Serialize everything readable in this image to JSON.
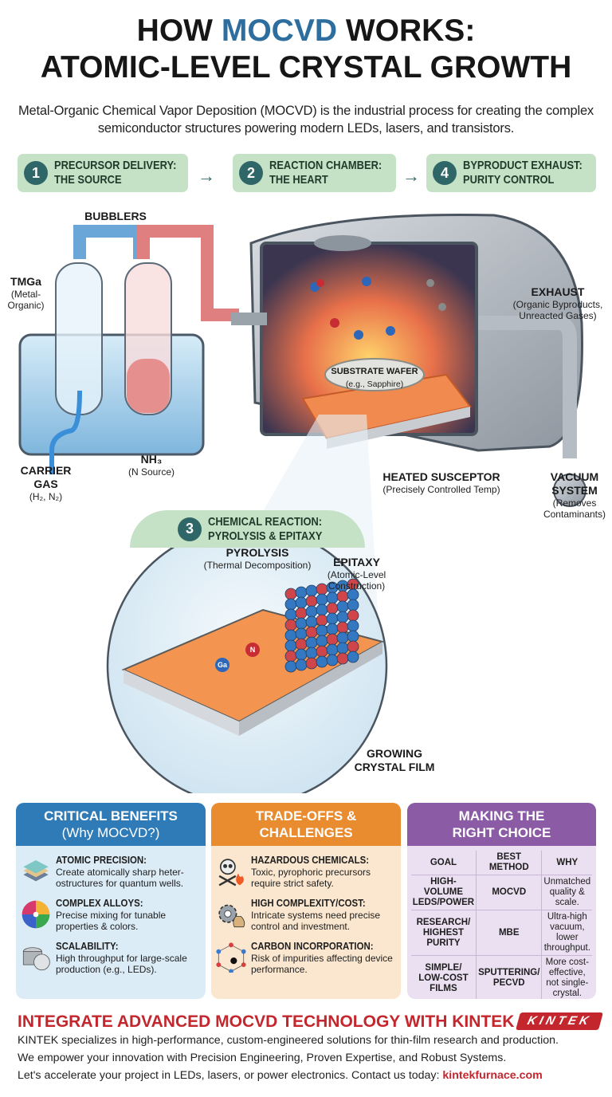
{
  "title": {
    "line1_a": "HOW ",
    "line1_accent": "MOCVD",
    "line1_b": " WORKS:",
    "line2": "ATOMIC-LEVEL CRYSTAL GROWTH",
    "subtitle": "Metal-Organic Chemical Vapor Deposition (MOCVD) is the industrial process for creating the complex semiconductor structures powering modern LEDs, lasers, and transistors."
  },
  "steps": [
    {
      "num": "1",
      "line1": "PRECURSOR DELIVERY:",
      "line2": "THE SOURCE"
    },
    {
      "num": "2",
      "line1": "REACTION CHAMBER:",
      "line2": "THE HEART"
    },
    {
      "num": "4",
      "line1": "BYPRODUCT EXHAUST:",
      "line2": "PURITY CONTROL"
    }
  ],
  "arrow_glyph": "→",
  "diagram": {
    "bubblers": "BUBBLERS",
    "tmga": {
      "name": "TMGa",
      "desc": "(Metal-Organic)"
    },
    "carrier": {
      "name": "CARRIER GAS",
      "desc": "(H₂, N₂)"
    },
    "nh3": {
      "name": "NH₃",
      "desc": "(N Source)"
    },
    "wafer": {
      "name": "SUBSTRATE WAFER",
      "desc": "(e.g., Sapphire)"
    },
    "susceptor": {
      "name": "HEATED SUSCEPTOR",
      "desc": "(Precisely Controlled Temp)"
    },
    "exhaust": {
      "name": "EXHAUST",
      "desc": "(Organic Byproducts, Unreacted Gases)"
    },
    "vacuum": {
      "name": "VACUUM SYSTEM",
      "desc": "(Removes Contaminants)"
    },
    "step3": {
      "num": "3",
      "line1": "CHEMICAL REACTION:",
      "line2": "PYROLYSIS & EPITAXY"
    },
    "pyrolysis": {
      "name": "PYROLYSIS",
      "desc": "(Thermal Decomposition)"
    },
    "epitaxy": {
      "name": "EPITAXY",
      "desc": "(Atomic-Level Construction)"
    },
    "atom_ga": "Ga",
    "atom_n": "N",
    "film": "GROWING CRYSTAL FILM"
  },
  "panels": {
    "benefits": {
      "title": "CRITICAL BENEFITS",
      "subtitle": "(Why MOCVD?)",
      "color": "#2f7bb7",
      "bg": "#dcecf7",
      "items": [
        {
          "icon": "layers-icon",
          "title": "ATOMIC PRECISION:",
          "text": "Create atomically sharp heter-ostructures for quantum wells."
        },
        {
          "icon": "color-wheel-icon",
          "title": "COMPLEX ALLOYS:",
          "text": "Precise mixing for tunable properties & colors."
        },
        {
          "icon": "wafer-stack-icon",
          "title": "SCALABILITY:",
          "text": "High throughput for large-scale production (e.g., LEDs)."
        }
      ]
    },
    "tradeoffs": {
      "title": "TRADE-OFFS &",
      "subtitle": "CHALLENGES",
      "color": "#e98b2f",
      "bg": "#fbe7cf",
      "items": [
        {
          "icon": "skull-fire-icon",
          "title": "HAZARDOUS CHEMICALS:",
          "text": "Toxic, pyrophoric precursors require strict safety."
        },
        {
          "icon": "gear-money-icon",
          "title": "HIGH COMPLEXITY/COST:",
          "text": "Intricate systems need precise control and investment."
        },
        {
          "icon": "lattice-impurity-icon",
          "title": "CARBON INCORPORATION:",
          "text": "Risk of impurities affecting device performance."
        }
      ]
    },
    "choice": {
      "title": "MAKING THE",
      "subtitle": "RIGHT CHOICE",
      "color": "#8b5ca5",
      "bg": "#ebe0f1",
      "headers": [
        "GOAL",
        "BEST METHOD",
        "WHY"
      ],
      "rows": [
        [
          "HIGH-VOLUME LEDS/POWER",
          "MOCVD",
          "Unmatched quality & scale."
        ],
        [
          "RESEARCH/ HIGHEST PURITY",
          "MBE",
          "Ultra-high vacuum, lower throughput."
        ],
        [
          "SIMPLE/ LOW-COST FILMS",
          "SPUTTERING/ PECVD",
          "More cost-effective, not single-crystal."
        ]
      ]
    }
  },
  "footer": {
    "title": "INTEGRATE ADVANCED MOCVD TECHNOLOGY WITH KINTEK",
    "line1": "KINTEK specializes in high-performance, custom-engineered solutions for thin-film research and production.",
    "line2": "We empower your innovation with Precision Engineering, Proven Expertise, and Robust Systems.",
    "line3": "Let's accelerate your project in LEDs, lasers, or power electronics. Contact us today: ",
    "link": "kintekfurnace.com",
    "logo": "KINTEK",
    "color": "#c3262d"
  }
}
